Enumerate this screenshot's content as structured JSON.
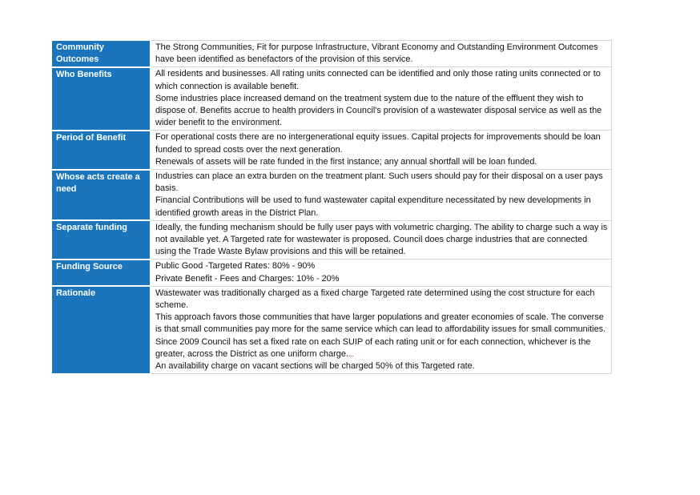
{
  "rows": [
    {
      "heading": "Community Outcomes",
      "paragraphs": [
        "The Strong Communities, Fit for purpose Infrastructure, Vibrant Economy and Outstanding Environment Outcomes have been identified as benefactors of the provision of this service."
      ]
    },
    {
      "heading": "Who Benefits",
      "paragraphs": [
        "All residents and businesses. All rating units connected can be identified and only those rating units connected or to which connection is available benefit.",
        "Some industries place increased demand on the treatment system due to the nature of the effluent they wish to dispose of. Benefits accrue to health providers in Council's provision of a wastewater disposal service as well as the wider benefit to the environment."
      ]
    },
    {
      "heading": "Period of Benefit",
      "paragraphs": [
        "For operational costs there are no intergenerational equity issues. Capital projects for improvements should be loan funded to spread costs over the next generation.",
        "Renewals of assets will be rate funded in the first instance; any annual shortfall will be loan funded."
      ]
    },
    {
      "heading": "Whose acts create a need",
      "paragraphs": [
        "Industries can place an extra burden on the treatment plant. Such users should pay for their disposal on a user pays basis.",
        "Financial Contributions will be used to fund wastewater capital expenditure necessitated by new developments in identified growth areas in the District Plan."
      ]
    },
    {
      "heading": "Separate funding",
      "paragraphs": [
        "Ideally, the funding mechanism should be fully user pays with volumetric charging. The ability to charge such a way is not available yet. A Targeted rate for wastewater is proposed. Council does charge industries that are connected using the Trade Waste Bylaw provisions and this will be retained."
      ]
    },
    {
      "heading": "Funding Source",
      "paragraphs": [
        "Public Good -Targeted Rates: 80% - 90%",
        "Private Benefit - Fees and Charges: 10% - 20%"
      ]
    },
    {
      "heading": "Rationale",
      "paragraphs": [
        "Wastewater was traditionally charged as a fixed charge Targeted rate determined using the cost structure for each scheme.",
        "This approach favors those communities that have larger populations and greater economies of scale. The converse is that small communities pay more for the same service which can lead to affordability issues for small communities.",
        "Since 2009 Council has set a fixed rate on each SUIP of each rating unit or for each connection, whichever is the greater, across the District as one uniform charge.",
        "An availability charge on vacant sections will be charged 50% of this Targeted rate."
      ]
    }
  ]
}
